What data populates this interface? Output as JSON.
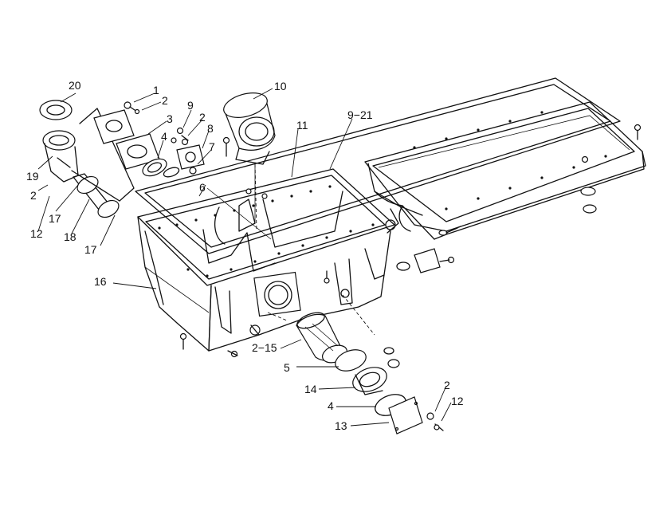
{
  "diagram": {
    "callouts": {
      "c20": "20",
      "c1": "1",
      "c2a": "2",
      "c9": "9",
      "c2b": "2",
      "c3": "3",
      "c8": "8",
      "c10": "10",
      "c4a": "4",
      "c7": "7",
      "c11": "11",
      "c9_21": "9−21",
      "c6": "6",
      "c19": "19",
      "c2c": "2",
      "c17a": "17",
      "c12a": "12",
      "c18": "18",
      "c17b": "17",
      "c16": "16",
      "c2_15": "2−15",
      "c5": "5",
      "c14": "14",
      "c4b": "4",
      "c13": "13",
      "c2d": "2",
      "c12b": "12"
    }
  }
}
